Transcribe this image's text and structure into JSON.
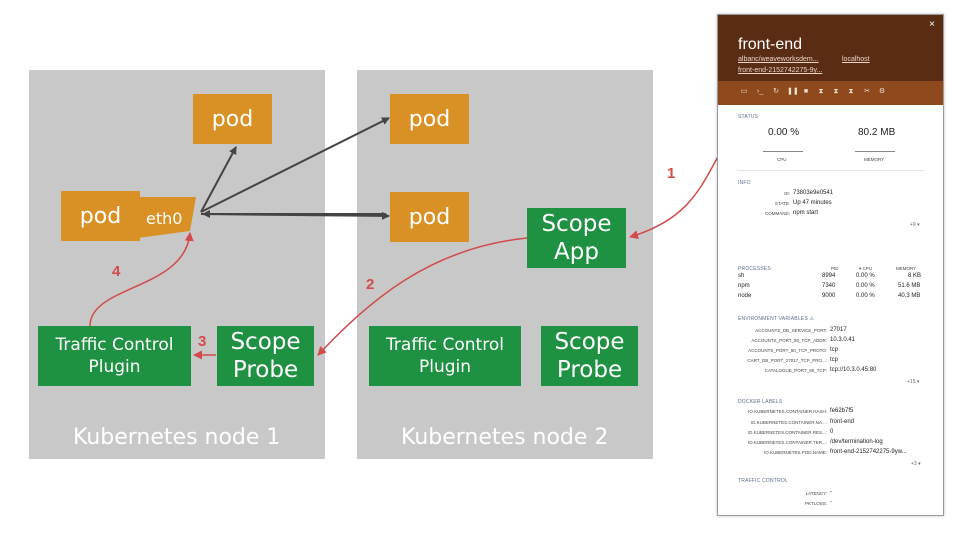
{
  "nodes": [
    {
      "label": "Kubernetes node 1"
    },
    {
      "label": "Kubernetes node 2"
    }
  ],
  "pods": {
    "label": "pod",
    "iface": "eth0"
  },
  "scope_app": {
    "line1": "Scope",
    "line2": "App"
  },
  "scope_probe": {
    "line1": "Scope",
    "line2": "Probe"
  },
  "tc_plugin": {
    "line1": "Traffic Control",
    "line2": "Plugin"
  },
  "steps": [
    "1",
    "2",
    "3",
    "4"
  ],
  "colors": {
    "node_bg": "#c8c8c8",
    "pod": "#d99125",
    "green": "#1e9142",
    "flow": "#d24a4a",
    "panel_header": "#5a2c14",
    "panel_toolbar": "#8e4a1d"
  },
  "panel": {
    "title": "front-end",
    "sub_image": "albanc/weaveworksdem...",
    "sub_host": "localhost",
    "sub_pod": "front-end-2152742275-9y...",
    "close": "×",
    "toolbar_icons": [
      "monitor-icon",
      "terminal-icon",
      "restart-icon",
      "pause-icon",
      "stop-icon",
      "hourglass-icon",
      "hourglass-icon",
      "hourglass-icon",
      "scissors-icon",
      "gear-icon"
    ],
    "status": {
      "title": "STATUS",
      "cpu_value": "0.00 %",
      "cpu_label": "CPU",
      "mem_value": "80.2 MB",
      "mem_label": "MEMORY"
    },
    "info": {
      "title": "INFO",
      "rows": [
        {
          "k": "ID:",
          "v": "73803e9e0541"
        },
        {
          "k": "STATE:",
          "v": "Up 47 minutes"
        },
        {
          "k": "COMMAND:",
          "v": "npm start"
        }
      ],
      "more": "+9 ▾"
    },
    "processes": {
      "title": "PROCESSES",
      "col_pid": "PID",
      "col_cpu": "▾ CPU",
      "col_mem": "MEMORY",
      "rows": [
        {
          "name": "sh",
          "pid": "8994",
          "cpu": "0.00 %",
          "mem": "8 KB"
        },
        {
          "name": "npm",
          "pid": "7340",
          "cpu": "0.00 %",
          "mem": "51.6 MB"
        },
        {
          "name": "node",
          "pid": "9000",
          "cpu": "0.00 %",
          "mem": "40.3 MB"
        }
      ]
    },
    "env": {
      "title": "ENVIRONMENT VARIABLES ⚠",
      "rows": [
        {
          "k": "ACCOUNTS_DB_SERVICE_PORT:",
          "v": "27017"
        },
        {
          "k": "ACCOUNTS_PORT_80_TCP_ADDR:",
          "v": "10.3.0.41"
        },
        {
          "k": "ACCOUNTS_PORT_80_TCP_PROTO:",
          "v": "tcp"
        },
        {
          "k": "CART_DB_PORT_27017_TCP_PRO...:",
          "v": "tcp"
        },
        {
          "k": "CATALOGUE_PORT_80_TCP:",
          "v": "tcp://10.3.0.45:80"
        }
      ],
      "more": "+15 ▾"
    },
    "docker": {
      "title": "DOCKER LABELS",
      "rows": [
        {
          "k": "IO.KUBERNETES.CONTAINER.HASH:",
          "v": "fe62b7f5"
        },
        {
          "k": "IO.KUBERNETES.CONTAINER.NA...:",
          "v": "front-end"
        },
        {
          "k": "IO.KUBERNETES.CONTAINER.RES...:",
          "v": "0"
        },
        {
          "k": "IO.KUBERNETES.CONTAINER.TER...:",
          "v": "/dev/termination-log"
        },
        {
          "k": "IO.KUBERNETES.POD.NAME:",
          "v": "front-end-2152742275-9yw..."
        }
      ],
      "more": "+3 ▾"
    },
    "traffic": {
      "title": "TRAFFIC CONTROL",
      "rows": [
        {
          "k": "LATENCY:",
          "v": "-"
        },
        {
          "k": "PKTLOSS:",
          "v": "-"
        }
      ]
    }
  }
}
